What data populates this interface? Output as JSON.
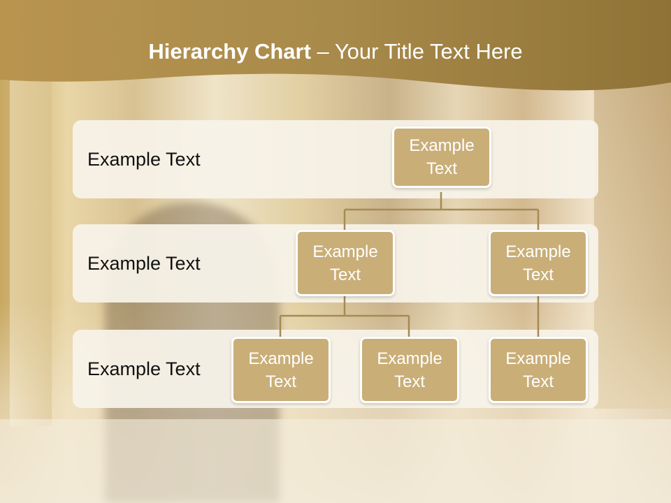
{
  "slide": {
    "title_bold": "Hierarchy Chart",
    "title_rest": " – Your Title Text Here"
  },
  "rows": [
    {
      "label": "Example Text"
    },
    {
      "label": "Example Text"
    },
    {
      "label": "Example Text"
    }
  ],
  "nodes": {
    "root": "Example Text",
    "level2_left": "Example Text",
    "level2_right": "Example Text",
    "level3_left": "Example Text",
    "level3_middle": "Example Text",
    "level3_right": "Example Text"
  },
  "colors": {
    "header": "#a88a4a",
    "node_fill": "#c9ae78",
    "connector": "#a58a55",
    "band": "#f7f3e9"
  }
}
